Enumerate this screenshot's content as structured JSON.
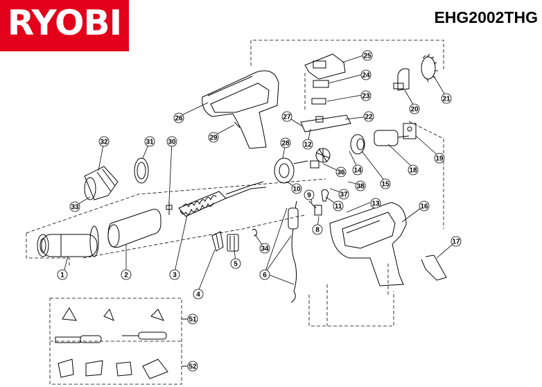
{
  "brand": {
    "logo_text": "RYOBI",
    "color": "#e2001a"
  },
  "model": "EHG2002THG",
  "part_labels": [
    {
      "num": "1"
    },
    {
      "num": "2"
    },
    {
      "num": "3"
    },
    {
      "num": "4"
    },
    {
      "num": "5"
    },
    {
      "num": "6"
    },
    {
      "num": "8"
    },
    {
      "num": "9"
    },
    {
      "num": "10"
    },
    {
      "num": "11"
    },
    {
      "num": "12"
    },
    {
      "num": "13"
    },
    {
      "num": "14"
    },
    {
      "num": "15"
    },
    {
      "num": "16"
    },
    {
      "num": "17"
    },
    {
      "num": "18"
    },
    {
      "num": "19"
    },
    {
      "num": "20"
    },
    {
      "num": "21"
    },
    {
      "num": "22"
    },
    {
      "num": "23"
    },
    {
      "num": "24"
    },
    {
      "num": "25"
    },
    {
      "num": "26"
    },
    {
      "num": "27"
    },
    {
      "num": "28"
    },
    {
      "num": "29"
    },
    {
      "num": "30"
    },
    {
      "num": "31"
    },
    {
      "num": "32"
    },
    {
      "num": "33"
    },
    {
      "num": "34"
    },
    {
      "num": "36"
    },
    {
      "num": "37"
    },
    {
      "num": "38"
    },
    {
      "num": "51"
    },
    {
      "num": "52"
    }
  ]
}
